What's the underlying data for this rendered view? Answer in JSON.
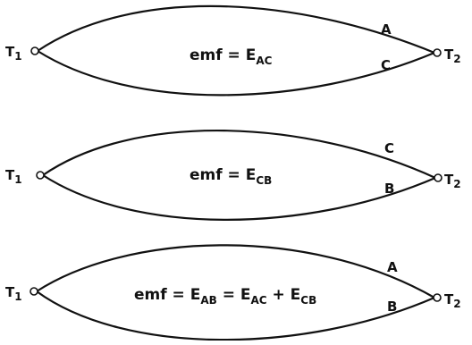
{
  "junction_labels": {
    "left": "T",
    "left_sub": "1",
    "right": "T",
    "right_sub": "2"
  },
  "diagrams": [
    {
      "upper_wire": "A",
      "lower_wire": "C",
      "emf_prefix": "emf = E",
      "emf_sub": "AC"
    },
    {
      "upper_wire": "C",
      "lower_wire": "B",
      "emf_prefix": "emf = E",
      "emf_sub": "CB"
    },
    {
      "upper_wire": "A",
      "lower_wire": "B",
      "emf_parts": [
        {
          "text": "emf = E",
          "sub": "AB"
        },
        {
          "text": " = E",
          "sub": "AC"
        },
        {
          "text": " + E",
          "sub": "CB"
        }
      ]
    }
  ]
}
